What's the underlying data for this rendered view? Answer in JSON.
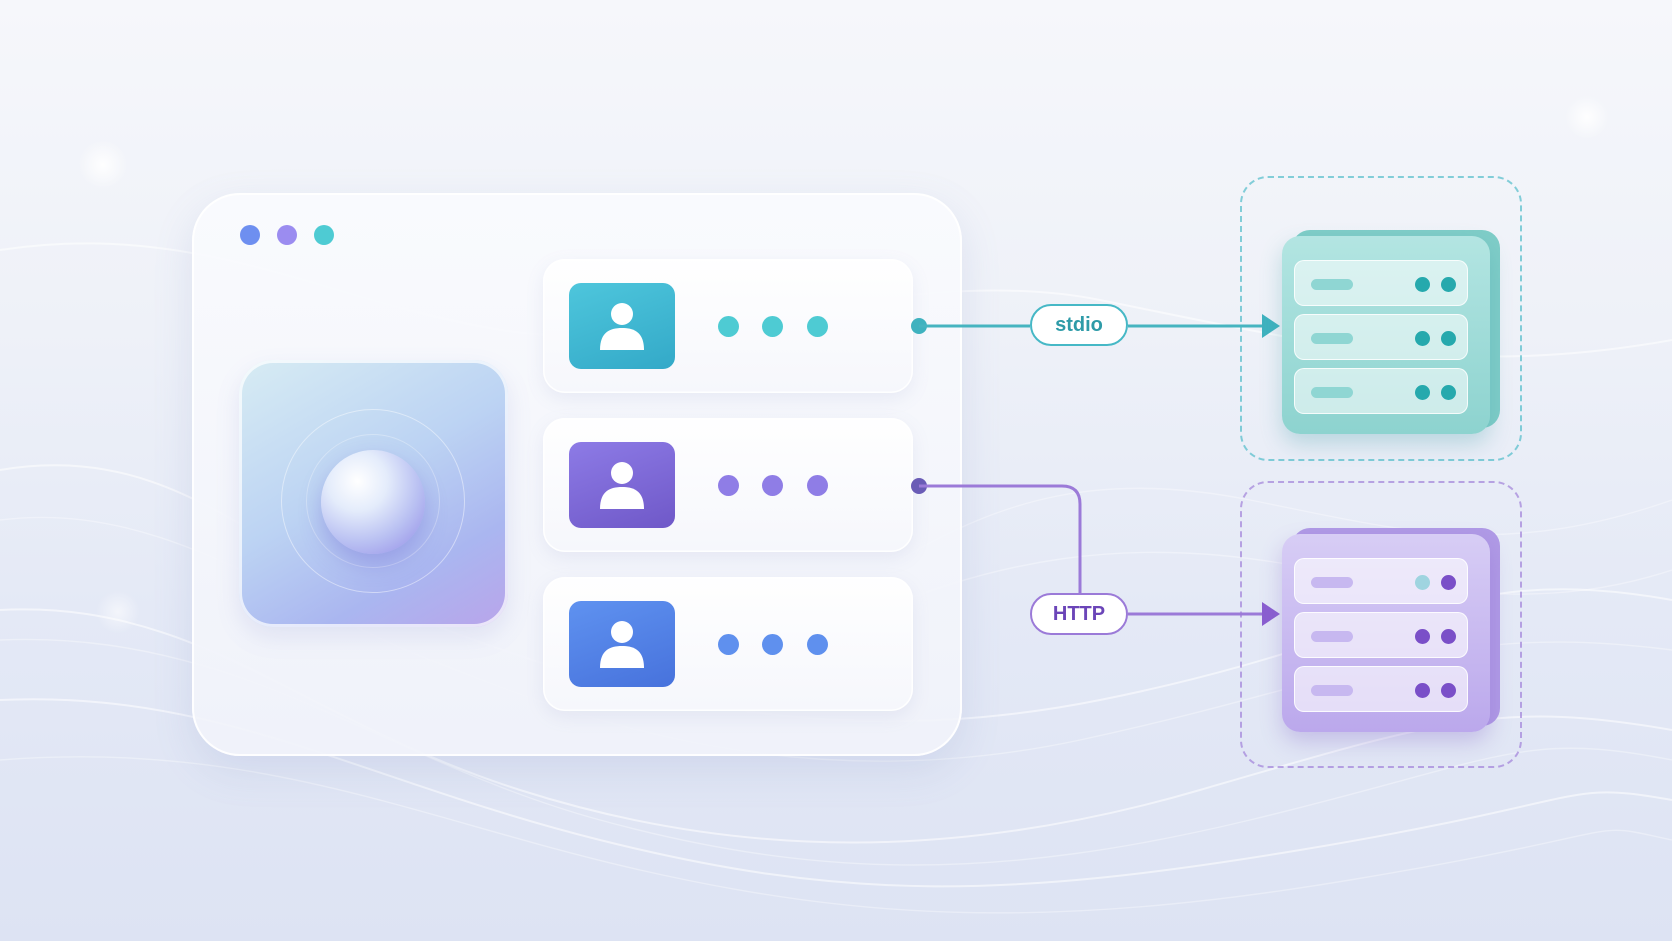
{
  "colors": {
    "dot_blue": "#6e8ff0",
    "dot_purple": "#9b8cf0",
    "dot_teal": "#4ecbd3",
    "teal_primary": "#46b8c6",
    "purple_primary": "#8d6fe0",
    "blue_primary": "#5b84ea",
    "teal_line": "#46b4c0",
    "purple_line": "#9b7ad8",
    "teal_text": "#2e9ba8",
    "purple_text": "#6b45b8"
  },
  "window": {
    "traffic_lights": [
      "blue",
      "purple",
      "teal"
    ]
  },
  "hero": {
    "icon": "orb-icon"
  },
  "rows": [
    {
      "avatar_icon": "user-icon",
      "accent": "teal",
      "dots": 3
    },
    {
      "avatar_icon": "user-icon",
      "accent": "purple",
      "dots": 3
    },
    {
      "avatar_icon": "user-icon",
      "accent": "blue",
      "dots": 3
    }
  ],
  "connections": [
    {
      "label": "stdio",
      "accent": "teal",
      "from_row": 1,
      "to_server": 1
    },
    {
      "label": "HTTP",
      "accent": "purple",
      "from_row": 2,
      "to_server": 2
    }
  ],
  "servers": [
    {
      "icon": "server-icon",
      "accent": "teal",
      "slots": 3
    },
    {
      "icon": "server-icon",
      "accent": "purple",
      "slots": 3
    }
  ]
}
